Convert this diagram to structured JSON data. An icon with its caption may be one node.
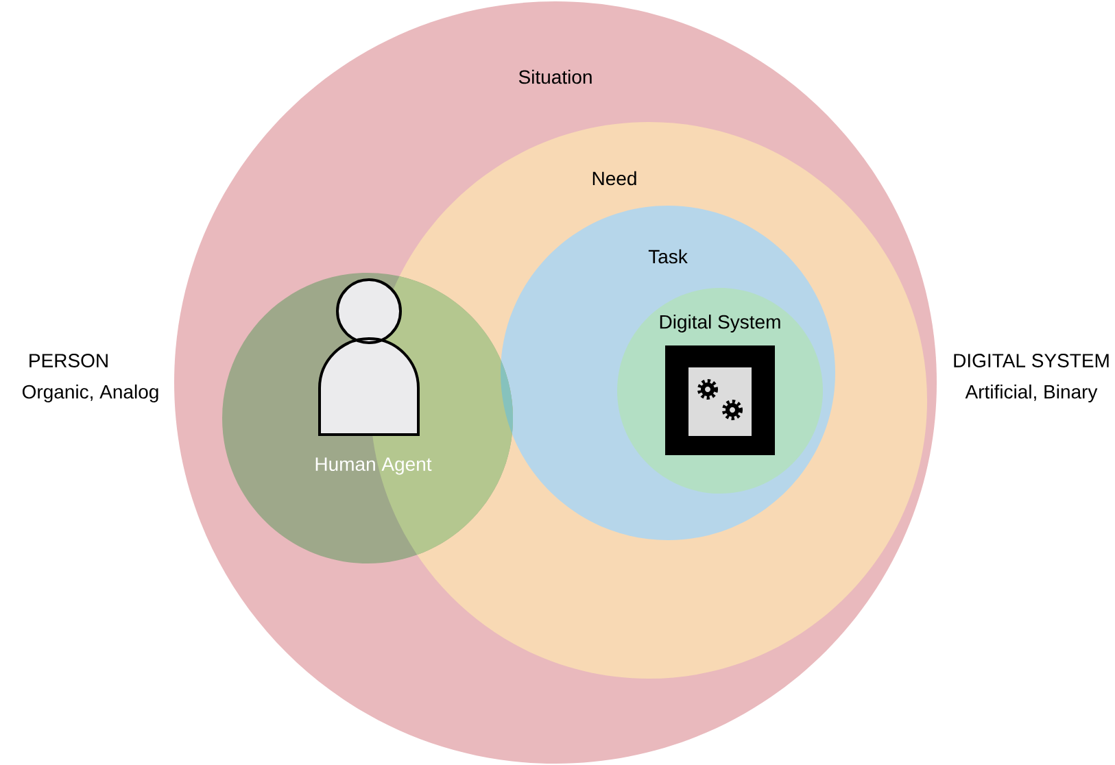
{
  "diagram": {
    "nodes": [
      {
        "text": [
          "Situation"
        ]
      },
      {
        "text": [
          "Need"
        ],
        "in": 0
      },
      {
        "text": [
          "Task"
        ],
        "in": 1
      },
      {
        "text": [
          "Digital System"
        ],
        "in": 2
      },
      {
        "text": [
          "Human Agent"
        ],
        "in": 0
      }
    ],
    "labels": [
      "PERSON",
      "Organic, Analog",
      "DIGITAL SYSTEM",
      "Artificial, Binary"
    ]
  }
}
